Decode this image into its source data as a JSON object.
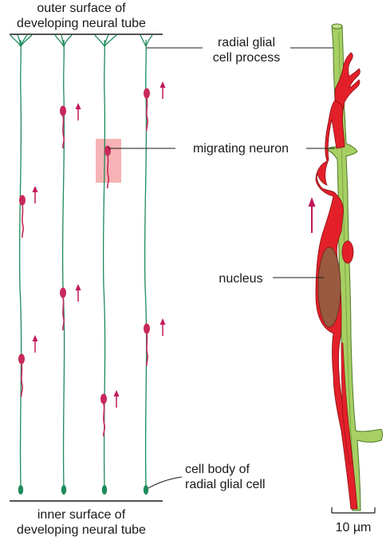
{
  "labels": {
    "outer_surface_line1": "outer surface of",
    "outer_surface_line2": "developing neural tube",
    "inner_surface_line1": "inner surface of",
    "inner_surface_line2": "developing neural tube",
    "radial_glial_process_line1": "radial glial",
    "radial_glial_process_line2": "cell process",
    "migrating_neuron": "migrating neuron",
    "nucleus": "nucleus",
    "cell_body_line1": "cell body of",
    "cell_body_line2": "radial glial cell",
    "scale_bar": "10 µm"
  },
  "colors": {
    "glial_fiber": "#1f8a5a",
    "glial_process_fill": "#a7cf63",
    "neuron": "#e3202a",
    "neuron_small": "#c8285a",
    "nucleus_fill": "#9a5a40",
    "arrow": "#c2185b",
    "highlight": "#f4a6a8",
    "text": "#1a1a1a"
  },
  "icons": {
    "migration_arrow": "arrow-up-icon"
  }
}
